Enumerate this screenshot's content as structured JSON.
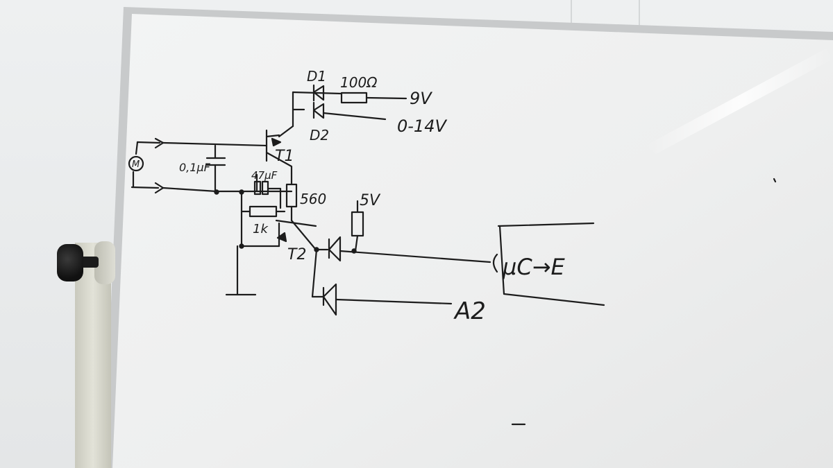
{
  "whiteboard": {
    "labels": {
      "d1": "D1",
      "r_100": "100Ω",
      "v9": "9V",
      "d2": "D2",
      "v_range": "0-14V",
      "t1": "T1",
      "motor": "M",
      "c_01": "0,1µF",
      "c_47": "47µF",
      "r_560": "560",
      "r_1k": "1k",
      "t2": "T2",
      "v5": "5V",
      "mcu": "µC→E",
      "a2": "A2"
    }
  }
}
